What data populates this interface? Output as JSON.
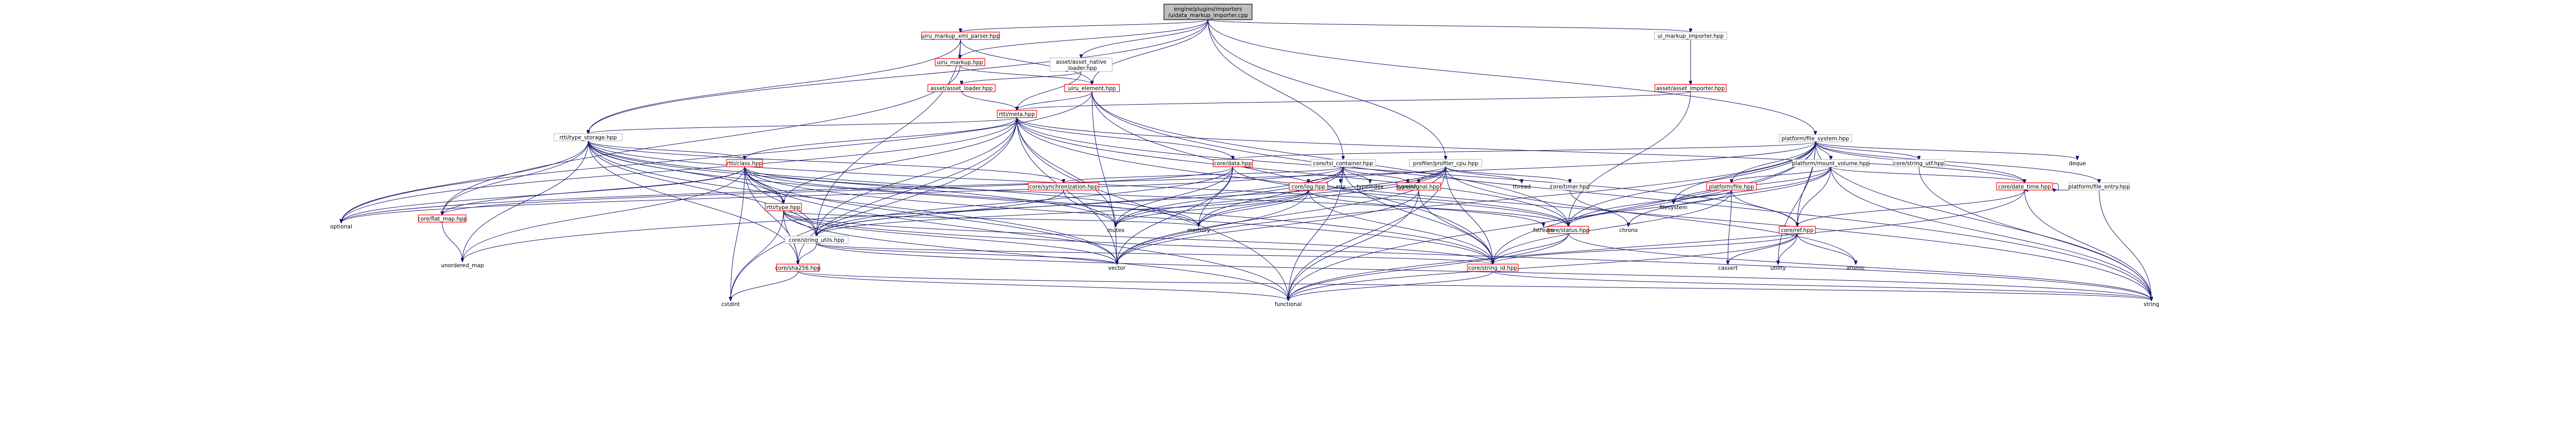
{
  "nodes": [
    {
      "id": "root",
      "label": [
        "engine/plugins/importers",
        "/uidata_markup_importer.cpp"
      ],
      "kind": "root"
    },
    {
      "id": "uiru_markup_xml_parser",
      "label": [
        "uiru_markup_xml_parser.hpp"
      ],
      "kind": "red"
    },
    {
      "id": "asset_native_loader",
      "label": [
        "asset/asset_native",
        "_loader.hpp"
      ],
      "kind": "box"
    },
    {
      "id": "ui_markup_importer",
      "label": [
        "ui_markup_importer.hpp"
      ],
      "kind": "box"
    },
    {
      "id": "uiru_markup",
      "label": [
        "uiru_markup.hpp"
      ],
      "kind": "red"
    },
    {
      "id": "asset_loader",
      "label": [
        "asset/asset_loader.hpp"
      ],
      "kind": "red"
    },
    {
      "id": "uiru_element",
      "label": [
        "uiru_element.hpp"
      ],
      "kind": "red"
    },
    {
      "id": "asset_importer",
      "label": [
        "asset/asset_importer.hpp"
      ],
      "kind": "red"
    },
    {
      "id": "rtti_meta",
      "label": [
        "rtti/meta.hpp"
      ],
      "kind": "red"
    },
    {
      "id": "rtti_type_storage",
      "label": [
        "rtti/type_storage.hpp"
      ],
      "kind": "box"
    },
    {
      "id": "platform_file_system",
      "label": [
        "platform/file_system.hpp"
      ],
      "kind": "box"
    },
    {
      "id": "rtti_class",
      "label": [
        "rtti/class.hpp"
      ],
      "kind": "red"
    },
    {
      "id": "core_data",
      "label": [
        "core/data.hpp"
      ],
      "kind": "red"
    },
    {
      "id": "core_tsl_container",
      "label": [
        "core/tsl_container.hpp"
      ],
      "kind": "box"
    },
    {
      "id": "profiler_cpu",
      "label": [
        "profiler/profiler_cpu.hpp"
      ],
      "kind": "box"
    },
    {
      "id": "platform_mount_volume",
      "label": [
        "platform/mount_volume.hpp"
      ],
      "kind": "box"
    },
    {
      "id": "core_string_utf",
      "label": [
        "core/string_utf.hpp"
      ],
      "kind": "box"
    },
    {
      "id": "core_synchronization",
      "label": [
        "core/synchronization.hpp"
      ],
      "kind": "red"
    },
    {
      "id": "rtti_type",
      "label": [
        "rtti/type.hpp"
      ],
      "kind": "red"
    },
    {
      "id": "core_log",
      "label": [
        "core/log.hpp"
      ],
      "kind": "red"
    },
    {
      "id": "core_signal",
      "label": [
        "core/signal.hpp"
      ],
      "kind": "red"
    },
    {
      "id": "core_timer",
      "label": [
        "core/timer.hpp"
      ],
      "kind": "box"
    },
    {
      "id": "platform_file",
      "label": [
        "platform/file.hpp"
      ],
      "kind": "red"
    },
    {
      "id": "core_date_time",
      "label": [
        "core/date_time.hpp"
      ],
      "kind": "red"
    },
    {
      "id": "platform_file_entry",
      "label": [
        "platform/file_entry.hpp"
      ],
      "kind": "box"
    },
    {
      "id": "core_flat_map",
      "label": [
        "core/flat_map.hpp"
      ],
      "kind": "red"
    },
    {
      "id": "core_string_utils",
      "label": [
        "core/string_utils.hpp"
      ],
      "kind": "box"
    },
    {
      "id": "core_status",
      "label": [
        "core/status.hpp"
      ],
      "kind": "red"
    },
    {
      "id": "core_ref",
      "label": [
        "core/ref.hpp"
      ],
      "kind": "red"
    },
    {
      "id": "core_sha256",
      "label": [
        "core/sha256.hpp"
      ],
      "kind": "red"
    },
    {
      "id": "core_string_id",
      "label": [
        "core/string_id.hpp"
      ],
      "kind": "red"
    },
    {
      "id": "std_optional",
      "label": [
        "optional"
      ],
      "kind": "leaf"
    },
    {
      "id": "std_unordered_map",
      "label": [
        "unordered_map"
      ],
      "kind": "leaf"
    },
    {
      "id": "std_cstdint",
      "label": [
        "cstdint"
      ],
      "kind": "leaf"
    },
    {
      "id": "std_functional",
      "label": [
        "functional"
      ],
      "kind": "leaf"
    },
    {
      "id": "std_vector",
      "label": [
        "vector"
      ],
      "kind": "leaf"
    },
    {
      "id": "std_mutex",
      "label": [
        "mutex"
      ],
      "kind": "leaf"
    },
    {
      "id": "std_memory",
      "label": [
        "memory"
      ],
      "kind": "leaf"
    },
    {
      "id": "std_string",
      "label": [
        "string"
      ],
      "kind": "leaf"
    },
    {
      "id": "std_any",
      "label": [
        "any"
      ],
      "kind": "leaf"
    },
    {
      "id": "std_typeindex",
      "label": [
        "typeindex"
      ],
      "kind": "leaf"
    },
    {
      "id": "std_typeinfo",
      "label": [
        "typeinfo"
      ],
      "kind": "leaf"
    },
    {
      "id": "std_thread",
      "label": [
        "thread"
      ],
      "kind": "leaf"
    },
    {
      "id": "std_filesystem",
      "label": [
        "filesystem"
      ],
      "kind": "leaf"
    },
    {
      "id": "std_fstream",
      "label": [
        "fstream"
      ],
      "kind": "leaf"
    },
    {
      "id": "std_chrono",
      "label": [
        "chrono"
      ],
      "kind": "leaf"
    },
    {
      "id": "std_cassert",
      "label": [
        "cassert"
      ],
      "kind": "leaf"
    },
    {
      "id": "std_utility",
      "label": [
        "utility"
      ],
      "kind": "leaf"
    },
    {
      "id": "std_atomic",
      "label": [
        "atomic"
      ],
      "kind": "leaf"
    },
    {
      "id": "std_deque",
      "label": [
        "deque"
      ],
      "kind": "leaf"
    }
  ],
  "edges": [
    [
      "root",
      "uiru_markup_xml_parser"
    ],
    [
      "root",
      "asset_native_loader"
    ],
    [
      "root",
      "ui_markup_importer"
    ],
    [
      "root",
      "uiru_markup"
    ],
    [
      "root",
      "uiru_element"
    ],
    [
      "root",
      "rtti_type_storage"
    ],
    [
      "root",
      "platform_file_system"
    ],
    [
      "root",
      "profiler_cpu"
    ],
    [
      "root",
      "core_tsl_container"
    ],
    [
      "uiru_markup_xml_parser",
      "uiru_markup"
    ],
    [
      "uiru_markup_xml_parser",
      "uiru_element"
    ],
    [
      "uiru_markup_xml_parser",
      "rtti_type_storage"
    ],
    [
      "uiru_markup_xml_parser",
      "core_string_utils"
    ],
    [
      "uiru_markup",
      "uiru_element"
    ],
    [
      "uiru_markup",
      "core_flat_map"
    ],
    [
      "asset_native_loader",
      "asset_loader"
    ],
    [
      "asset_native_loader",
      "rtti_meta"
    ],
    [
      "asset_loader",
      "rtti_meta"
    ],
    [
      "uiru_element",
      "rtti_meta"
    ],
    [
      "uiru_element",
      "core_string_id"
    ],
    [
      "uiru_element",
      "std_string"
    ],
    [
      "uiru_element",
      "std_vector"
    ],
    [
      "uiru_element",
      "std_optional"
    ],
    [
      "uiru_element",
      "core_status"
    ],
    [
      "ui_markup_importer",
      "asset_importer"
    ],
    [
      "asset_importer",
      "rtti_meta"
    ],
    [
      "asset_importer",
      "core_status"
    ],
    [
      "rtti_meta",
      "rtti_type_storage"
    ],
    [
      "rtti_meta",
      "rtti_class"
    ],
    [
      "rtti_meta",
      "rtti_type"
    ],
    [
      "rtti_meta",
      "core_data"
    ],
    [
      "rtti_meta",
      "std_vector"
    ],
    [
      "rtti_meta",
      "std_mutex"
    ],
    [
      "rtti_meta",
      "std_optional"
    ],
    [
      "rtti_meta",
      "std_functional"
    ],
    [
      "rtti_meta",
      "std_string"
    ],
    [
      "rtti_meta",
      "core_ref"
    ],
    [
      "rtti_meta",
      "core_status"
    ],
    [
      "rtti_meta",
      "core_sha256"
    ],
    [
      "rtti_meta",
      "core_string_utils"
    ],
    [
      "rtti_meta",
      "std_cstdint"
    ],
    [
      "rtti_meta",
      "core_date_time"
    ],
    [
      "rtti_type_storage",
      "rtti_class"
    ],
    [
      "rtti_type_storage",
      "rtti_type"
    ],
    [
      "rtti_type_storage",
      "core_flat_map"
    ],
    [
      "rtti_type_storage",
      "core_synchronization"
    ],
    [
      "rtti_type_storage",
      "core_string_id"
    ],
    [
      "rtti_type_storage",
      "std_optional"
    ],
    [
      "rtti_type_storage",
      "std_memory"
    ],
    [
      "rtti_type_storage",
      "std_unordered_map"
    ],
    [
      "rtti_type_storage",
      "core_string_utils"
    ],
    [
      "rtti_type_storage",
      "core_sha256"
    ],
    [
      "rtti_type_storage",
      "std_mutex"
    ],
    [
      "rtti_type_storage",
      "core_status"
    ],
    [
      "rtti_type_storage",
      "std_vector"
    ],
    [
      "rtti_class",
      "rtti_type"
    ],
    [
      "rtti_class",
      "core_flat_map"
    ],
    [
      "rtti_class",
      "core_string_utils"
    ],
    [
      "rtti_class",
      "core_sha256"
    ],
    [
      "rtti_class",
      "std_memory"
    ],
    [
      "rtti_class",
      "std_optional"
    ],
    [
      "rtti_class",
      "std_vector"
    ],
    [
      "rtti_class",
      "std_functional"
    ],
    [
      "rtti_class",
      "std_unordered_map"
    ],
    [
      "rtti_class",
      "core_string_id"
    ],
    [
      "rtti_class",
      "std_cstdint"
    ],
    [
      "rtti_class",
      "core_status"
    ],
    [
      "rtti_type",
      "core_string_utils"
    ],
    [
      "rtti_type",
      "core_sha256"
    ],
    [
      "rtti_type",
      "core_string_id"
    ],
    [
      "rtti_type",
      "std_cstdint"
    ],
    [
      "rtti_type",
      "std_memory"
    ],
    [
      "rtti_type",
      "std_vector"
    ],
    [
      "rtti_type",
      "std_functional"
    ],
    [
      "rtti_type",
      "std_string"
    ],
    [
      "core_data",
      "core_string_utils"
    ],
    [
      "core_data",
      "std_vector"
    ],
    [
      "core_data",
      "std_memory"
    ],
    [
      "core_data",
      "core_status"
    ],
    [
      "core_data",
      "std_mutex"
    ],
    [
      "core_data",
      "core_flat_map"
    ],
    [
      "core_tsl_container",
      "std_any"
    ],
    [
      "core_tsl_container",
      "std_typeindex"
    ],
    [
      "core_tsl_container",
      "std_typeinfo"
    ],
    [
      "core_tsl_container",
      "std_memory"
    ],
    [
      "core_tsl_container",
      "std_mutex"
    ],
    [
      "core_tsl_container",
      "std_optional"
    ],
    [
      "core_tsl_container",
      "core_synchronization"
    ],
    [
      "core_tsl_container",
      "std_unordered_map"
    ],
    [
      "core_tsl_container",
      "std_functional"
    ],
    [
      "core_tsl_container",
      "core_string_id"
    ],
    [
      "profiler_cpu",
      "core_log"
    ],
    [
      "profiler_cpu",
      "core_signal"
    ],
    [
      "profiler_cpu",
      "core_timer"
    ],
    [
      "profiler_cpu",
      "std_thread"
    ],
    [
      "profiler_cpu",
      "core_string_id"
    ],
    [
      "profiler_cpu",
      "std_vector"
    ],
    [
      "profiler_cpu",
      "std_memory"
    ],
    [
      "profiler_cpu",
      "std_mutex"
    ],
    [
      "profiler_cpu",
      "core_string_utils"
    ],
    [
      "profiler_cpu",
      "std_functional"
    ],
    [
      "profiler_cpu",
      "std_atomic"
    ],
    [
      "core_synchronization",
      "std_mutex"
    ],
    [
      "core_synchronization",
      "core_string_utils"
    ],
    [
      "core_log",
      "core_string_utils"
    ],
    [
      "core_log",
      "std_fstream"
    ],
    [
      "core_log",
      "std_mutex"
    ],
    [
      "core_log",
      "std_memory"
    ],
    [
      "core_log",
      "core_string_id"
    ],
    [
      "core_log",
      "std_vector"
    ],
    [
      "core_signal",
      "std_functional"
    ],
    [
      "core_signal",
      "std_vector"
    ],
    [
      "core_signal",
      "core_string_id"
    ],
    [
      "core_timer",
      "std_chrono"
    ],
    [
      "platform_file_system",
      "platform_mount_volume"
    ],
    [
      "platform_file_system",
      "platform_file"
    ],
    [
      "platform_file_system",
      "platform_file_entry"
    ],
    [
      "platform_file_system",
      "core_date_time"
    ],
    [
      "platform_file_system",
      "core_string_utf"
    ],
    [
      "platform_file_system",
      "std_deque"
    ],
    [
      "platform_file_system",
      "std_filesystem"
    ],
    [
      "platform_file_system",
      "core_status"
    ],
    [
      "platform_file_system",
      "core_ref"
    ],
    [
      "platform_file_system",
      "std_string"
    ],
    [
      "platform_file_system",
      "std_vector"
    ],
    [
      "platform_file_system",
      "std_functional"
    ],
    [
      "platform_file_system",
      "core_data"
    ],
    [
      "platform_file_system",
      "std_optional"
    ],
    [
      "platform_file_system",
      "std_utility"
    ],
    [
      "platform_file_system",
      "core_string_id"
    ],
    [
      "platform_mount_volume",
      "platform_file"
    ],
    [
      "platform_mount_volume",
      "core_date_time"
    ],
    [
      "platform_mount_volume",
      "std_filesystem"
    ],
    [
      "platform_mount_volume",
      "core_ref"
    ],
    [
      "platform_mount_volume",
      "std_string"
    ],
    [
      "platform_mount_volume",
      "core_status"
    ],
    [
      "platform_mount_volume",
      "std_chrono"
    ],
    [
      "platform_file",
      "core_ref"
    ],
    [
      "platform_file",
      "core_status"
    ],
    [
      "platform_file",
      "std_filesystem"
    ],
    [
      "platform_file",
      "core_string_id"
    ],
    [
      "platform_file",
      "std_cassert"
    ],
    [
      "core_date_time",
      "core_date_time"
    ],
    [
      "core_date_time",
      "std_string"
    ],
    [
      "core_date_time",
      "std_functional"
    ],
    [
      "core_date_time",
      "core_ref"
    ],
    [
      "platform_file_entry",
      "core_date_time"
    ],
    [
      "platform_file_entry",
      "std_string"
    ],
    [
      "core_string_utf",
      "std_string"
    ],
    [
      "core_flat_map",
      "std_unordered_map"
    ],
    [
      "core_string_utils",
      "std_vector"
    ],
    [
      "core_string_utils",
      "std_string"
    ],
    [
      "core_string_utils",
      "core_string_id"
    ],
    [
      "core_string_utils",
      "core_sha256"
    ],
    [
      "core_status",
      "core_string_id"
    ],
    [
      "core_status",
      "std_functional"
    ],
    [
      "core_status",
      "std_string"
    ],
    [
      "core_ref",
      "std_atomic"
    ],
    [
      "core_ref",
      "std_utility"
    ],
    [
      "core_ref",
      "std_cassert"
    ],
    [
      "core_ref",
      "std_functional"
    ],
    [
      "core_ref",
      "core_string_id"
    ],
    [
      "core_sha256",
      "std_cstdint"
    ],
    [
      "core_sha256",
      "std_string"
    ],
    [
      "core_sha256",
      "std_functional"
    ],
    [
      "core_string_id",
      "std_string"
    ],
    [
      "core_string_id",
      "std_functional"
    ]
  ]
}
